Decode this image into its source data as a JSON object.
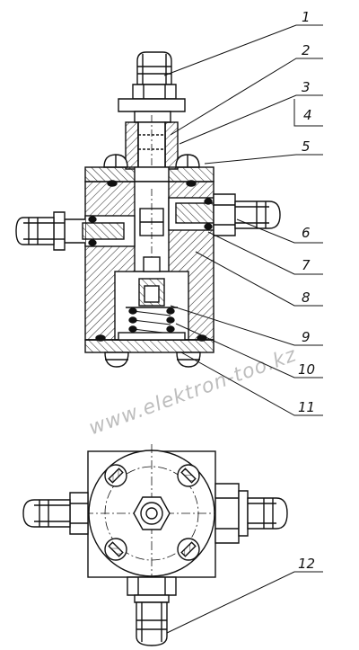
{
  "callouts": [
    "1",
    "2",
    "3",
    "4",
    "5",
    "6",
    "7",
    "8",
    "9",
    "10",
    "11",
    "12"
  ],
  "watermark": "www.elektron-too.kz",
  "colors": {
    "ink": "#111111",
    "hatch": "#333333",
    "watermark": "#bdbdbd"
  }
}
